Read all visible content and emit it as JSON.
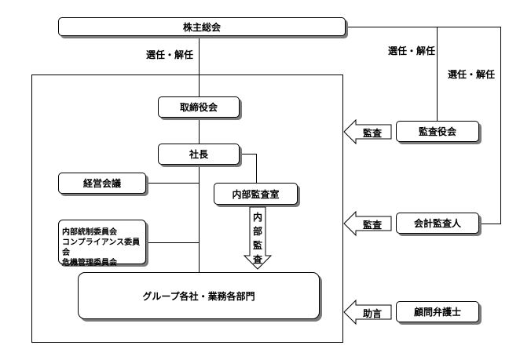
{
  "nodes": {
    "shareholders": "株主総会",
    "board": "取締役会",
    "president": "社長",
    "management_meeting": "経営会議",
    "internal_audit_office": "内部監査室",
    "committees": [
      "内部統制委員会",
      "コンプライアンス委員会",
      "危機管理委員会"
    ],
    "group_companies": "グループ各社・業務各部門",
    "auditors_board": "監査役会",
    "accounting_auditor": "会計監査人",
    "legal_advisor": "顧問弁護士"
  },
  "labels": {
    "appoint_board": "選任・解任",
    "appoint_auditors": "選任・解任",
    "appoint_accounting": "選任・解任",
    "audit_arrow_1": "監査",
    "audit_arrow_2": "監査",
    "advice_arrow": "助言",
    "internal_audit_vertical": "内部監査"
  }
}
